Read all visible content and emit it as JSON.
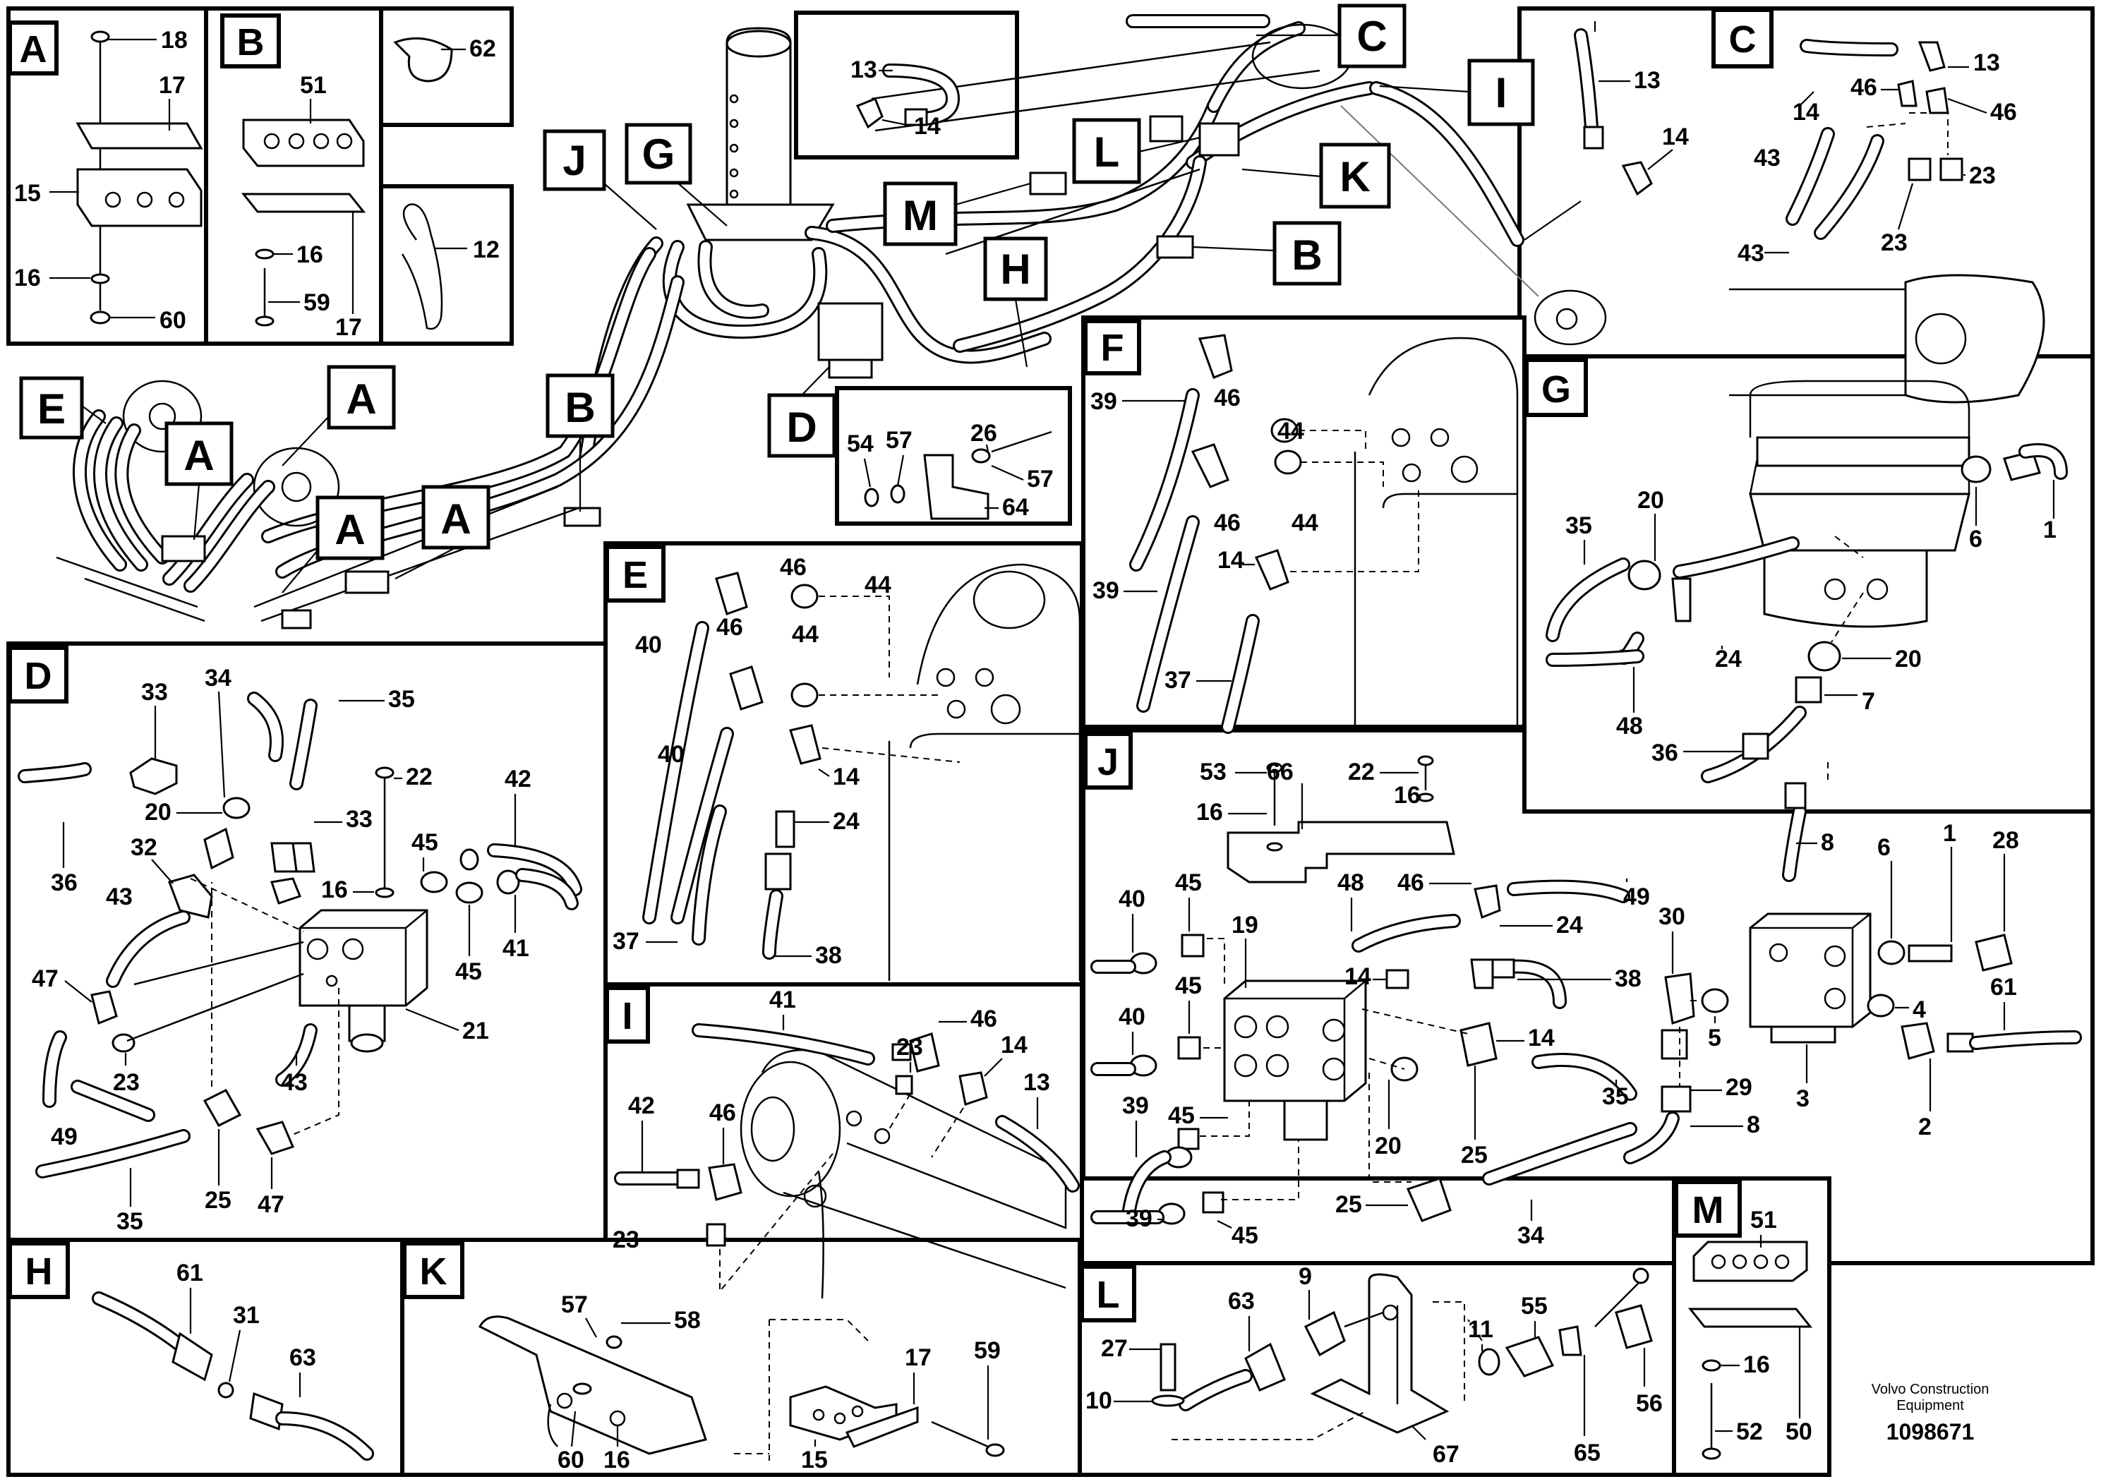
{
  "footer": {
    "brand_line1": "Volvo Construction",
    "brand_line2": "Equipment",
    "drawing_number": "1098671"
  },
  "colors": {
    "ink": "#000000",
    "paper": "#ffffff"
  },
  "panel_tags": [
    "A",
    "B",
    "C",
    "D",
    "E",
    "F",
    "G",
    "H",
    "I",
    "J",
    "K",
    "L",
    "M"
  ],
  "callout_tags": [
    {
      "id": "j",
      "text": "J"
    },
    {
      "id": "g",
      "text": "G"
    },
    {
      "id": "c",
      "text": "C"
    },
    {
      "id": "i",
      "text": "I"
    },
    {
      "id": "l",
      "text": "L"
    },
    {
      "id": "k",
      "text": "K"
    },
    {
      "id": "m",
      "text": "M"
    },
    {
      "id": "h",
      "text": "H"
    },
    {
      "id": "b1",
      "text": "B"
    },
    {
      "id": "b2",
      "text": "B"
    },
    {
      "id": "d",
      "text": "D"
    },
    {
      "id": "e",
      "text": "E"
    },
    {
      "id": "a1",
      "text": "A"
    },
    {
      "id": "a2",
      "text": "A"
    },
    {
      "id": "a3",
      "text": "A"
    },
    {
      "id": "a4",
      "text": "A"
    }
  ],
  "part_numbers": [
    "18",
    "17",
    "15",
    "16",
    "60",
    "51",
    "16",
    "59",
    "17",
    "62",
    "12",
    "13",
    "14",
    "13",
    "14",
    "14",
    "13",
    "46",
    "46",
    "43",
    "23",
    "43",
    "23",
    "54",
    "57",
    "26",
    "57",
    "64",
    "39",
    "46",
    "44",
    "46",
    "44",
    "39",
    "14",
    "37",
    "35",
    "20",
    "6",
    "1",
    "24",
    "20",
    "48",
    "7",
    "36",
    "8",
    "46",
    "44",
    "40",
    "46",
    "44",
    "40",
    "14",
    "24",
    "37",
    "38",
    "33",
    "34",
    "35",
    "20",
    "22",
    "33",
    "42",
    "32",
    "16",
    "45",
    "36",
    "43",
    "45",
    "41",
    "47",
    "21",
    "49",
    "23",
    "43",
    "25",
    "47",
    "35",
    "41",
    "46",
    "23",
    "14",
    "42",
    "46",
    "13",
    "23",
    "53",
    "66",
    "22",
    "16",
    "16",
    "46",
    "49",
    "48",
    "24",
    "40",
    "45",
    "19",
    "14",
    "38",
    "45",
    "40",
    "14",
    "39",
    "45",
    "35",
    "20",
    "25",
    "39",
    "45",
    "25",
    "34",
    "1",
    "28",
    "6",
    "30",
    "61",
    "4",
    "5",
    "29",
    "3",
    "2",
    "8",
    "61",
    "31",
    "63",
    "57",
    "58",
    "17",
    "59",
    "15",
    "60",
    "16",
    "9",
    "63",
    "55",
    "27",
    "11",
    "10",
    "65",
    "56",
    "67",
    "51",
    "16",
    "52",
    "50"
  ]
}
